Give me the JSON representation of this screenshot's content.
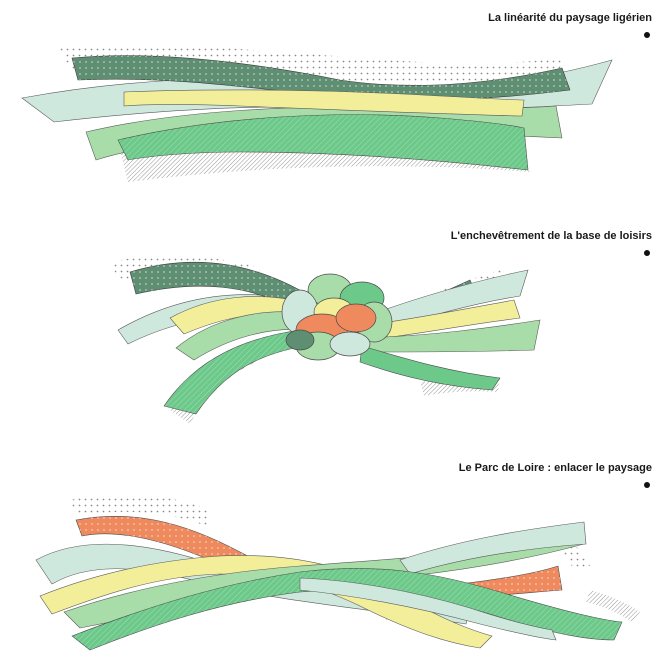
{
  "panels": [
    {
      "title": "La linéarité du paysage ligérien"
    },
    {
      "title": "L'enchevêtrement de la base de loisirs"
    },
    {
      "title": "Le Parc de Loire : enlacer le paysage"
    }
  ],
  "colors": {
    "dark_green": "#5f8f73",
    "mint": "#cfe8dd",
    "yellow": "#f2ee9a",
    "light_green": "#a8dca8",
    "green": "#6cc98a",
    "orange": "#ef8a5f",
    "outline": "#4a4a4a",
    "dots": "#9a9a9a"
  }
}
